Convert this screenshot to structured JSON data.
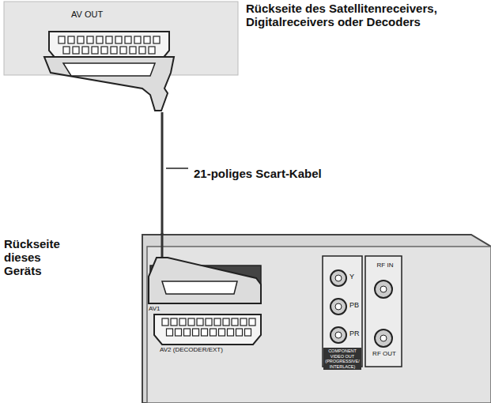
{
  "diagram": {
    "nodes": [
      {
        "text": [
          "AV OUT",
          "Rückseite des Satellitenreceivers, Digitalreceivers oder Decoders"
        ]
      },
      {
        "text": [
          "Rückseite dieses Geräts",
          "AV1",
          "AV2 (DECODER/EXT)"
        ]
      }
    ],
    "edges": [
      {
        "from": 0,
        "to": 1,
        "arrow": "none",
        "label": "21-poliges Scart-Kabel"
      }
    ],
    "labels": [
      "Y",
      "PB",
      "PR",
      "COMPONENT VIDEO OUT (PROGRESSIVE/ INTERLACE)",
      "RF IN",
      "RF OUT"
    ]
  }
}
